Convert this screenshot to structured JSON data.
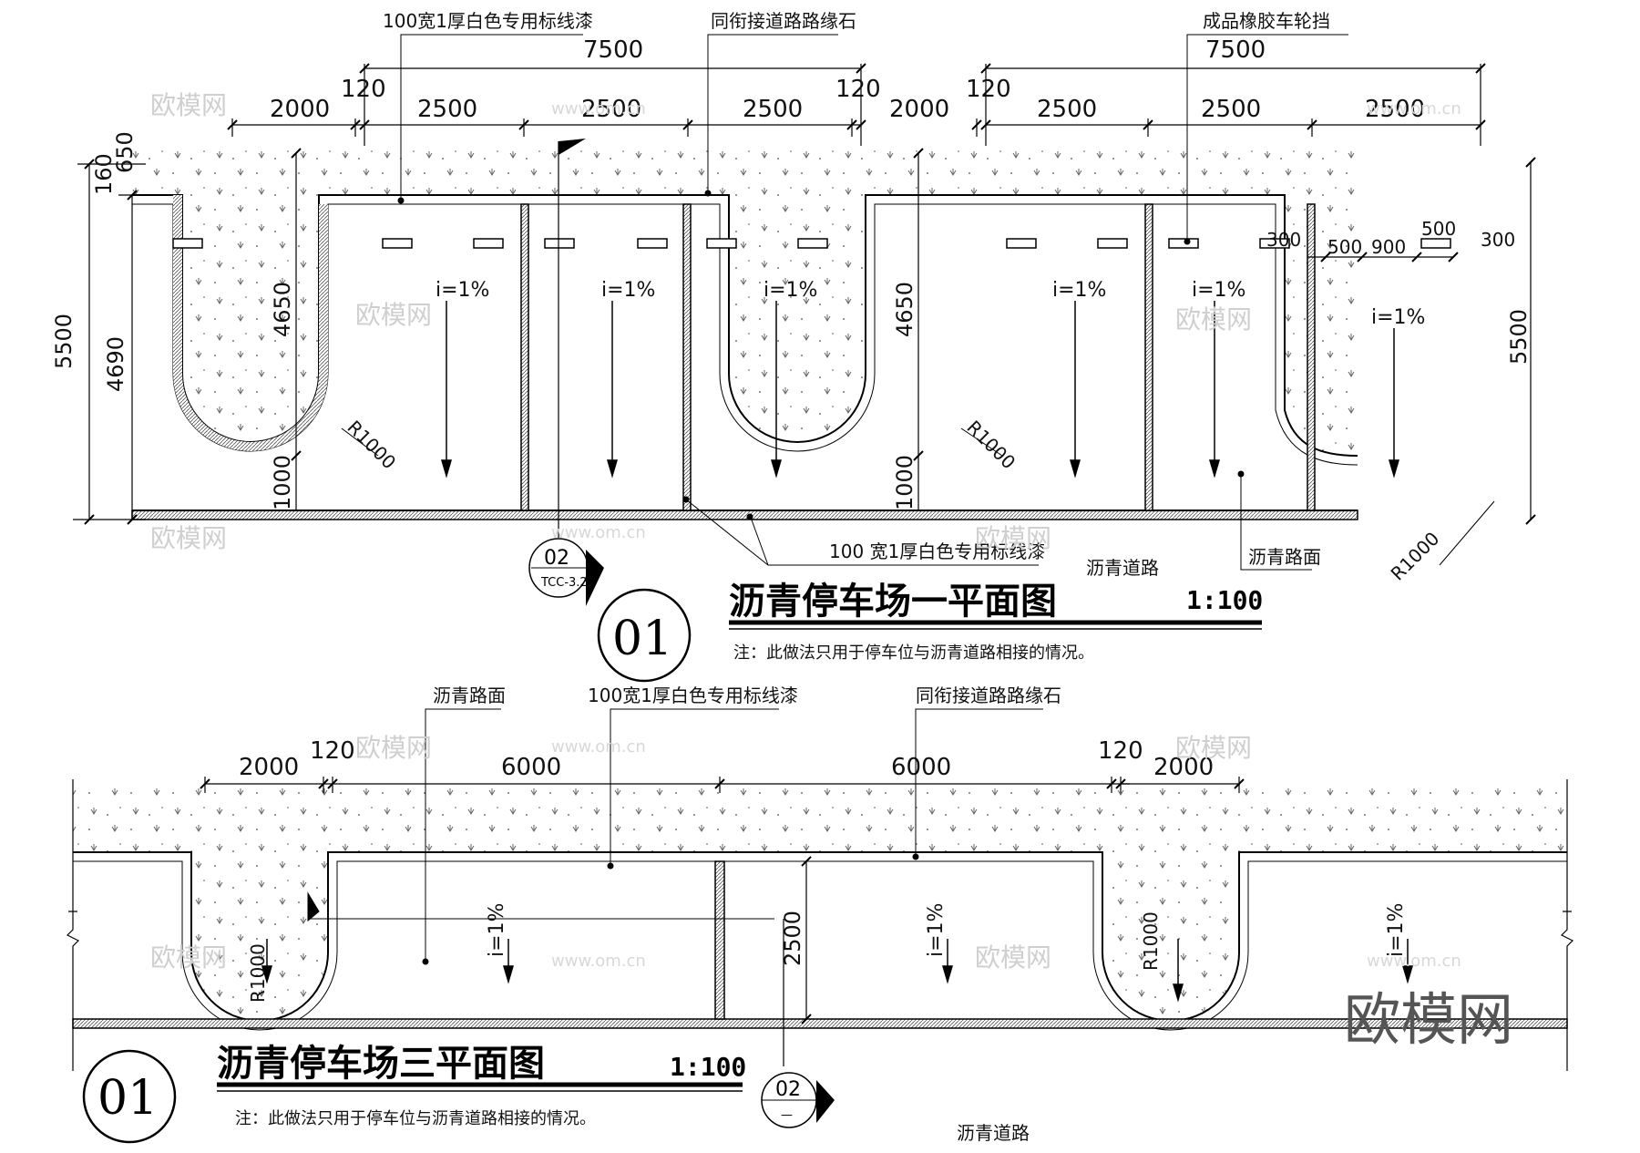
{
  "plan1": {
    "title": "沥青停车场一平面图",
    "scale": "1:100",
    "note": "注：此做法只用于停车位与沥青道路相接的情况。",
    "callouts": {
      "paint": "100宽1厚白色专用标线漆",
      "curb": "同衔接道路路缘石",
      "stopper": "成品橡胶车轮挡",
      "paint_bottom": "100 宽1厚白色专用标线漆",
      "road": "沥青道路",
      "surface": "沥青路面"
    },
    "dims_top": [
      "2000",
      "120",
      "2500",
      "2500",
      "2500",
      "120",
      "2000",
      "120",
      "2500",
      "2500",
      "2500"
    ],
    "dims_total": [
      "7500",
      "7500"
    ],
    "dims_left": [
      "160",
      "650",
      "5500",
      "4690"
    ],
    "dims_vertical": [
      "4650",
      "4650",
      "1000",
      "1000",
      "5500"
    ],
    "dims_stopper": [
      "300",
      "500",
      "900",
      "500",
      "300"
    ],
    "radius_labels": [
      "R1000",
      "R1000",
      "R1000"
    ],
    "slope": "i=1%",
    "section_bubble": {
      "number": "02",
      "sheet": "TCC-3.2"
    },
    "detail_bubble": "01"
  },
  "plan3": {
    "title": "沥青停车场三平面图",
    "scale": "1:100",
    "note": "注：此做法只用于停车位与沥青道路相接的情况。",
    "callouts": {
      "surface": "沥青路面",
      "paint": "100宽1厚白色专用标线漆",
      "curb": "同衔接道路路缘石",
      "road": "沥青道路"
    },
    "dims_top": [
      "2000",
      "120",
      "6000",
      "6000",
      "120",
      "2000"
    ],
    "dims_vertical": [
      "2500"
    ],
    "radius_labels": [
      "R1000",
      "R1000"
    ],
    "slope": "i=1%",
    "section_bubble": {
      "number": "02",
      "sheet": "—"
    },
    "detail_bubble": "01"
  },
  "watermark": {
    "brand": "欧模网",
    "url": "www.om.cn"
  }
}
